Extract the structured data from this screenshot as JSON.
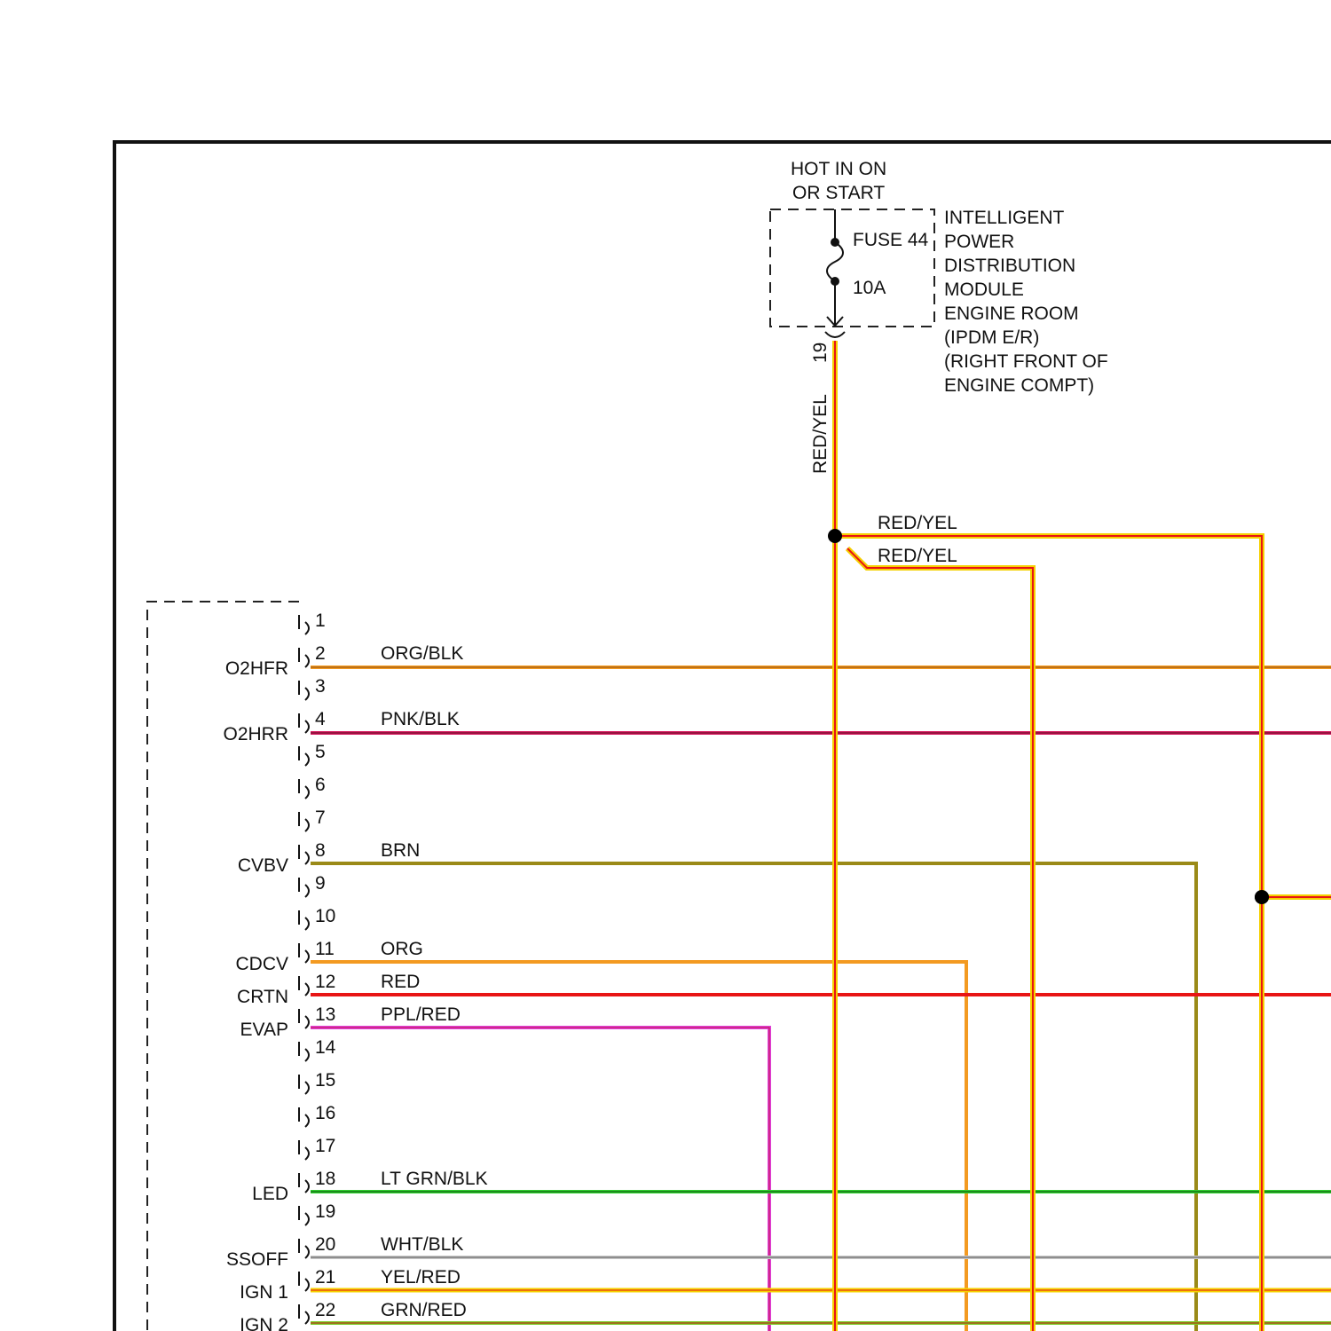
{
  "ipdm": {
    "hot_label_line1": "HOT IN ON",
    "hot_label_line2": "OR START",
    "fuse_label": "FUSE 44",
    "fuse_rating": "10A",
    "module_lines": [
      "INTELLIGENT",
      "POWER",
      "DISTRIBUTION",
      "MODULE",
      "ENGINE ROOM",
      "(IPDM E/R)",
      "(RIGHT FRONT OF",
      "ENGINE COMPT)"
    ],
    "output_pin": "19",
    "output_wire_color": "RED/YEL"
  },
  "splices": {
    "branch_top_label": "RED/YEL",
    "branch_second_label": "RED/YEL"
  },
  "connector": {
    "pins": [
      {
        "num": "1",
        "signal": "",
        "wire": ""
      },
      {
        "num": "2",
        "signal": "O2HFR",
        "wire": "ORG/BLK"
      },
      {
        "num": "3",
        "signal": "",
        "wire": ""
      },
      {
        "num": "4",
        "signal": "O2HRR",
        "wire": "PNK/BLK"
      },
      {
        "num": "5",
        "signal": "",
        "wire": ""
      },
      {
        "num": "6",
        "signal": "",
        "wire": ""
      },
      {
        "num": "7",
        "signal": "",
        "wire": ""
      },
      {
        "num": "8",
        "signal": "CVBV",
        "wire": "BRN"
      },
      {
        "num": "9",
        "signal": "",
        "wire": ""
      },
      {
        "num": "10",
        "signal": "",
        "wire": ""
      },
      {
        "num": "11",
        "signal": "CDCV",
        "wire": "ORG"
      },
      {
        "num": "12",
        "signal": "CRTN",
        "wire": "RED"
      },
      {
        "num": "13",
        "signal": "EVAP",
        "wire": "PPL/RED"
      },
      {
        "num": "14",
        "signal": "",
        "wire": ""
      },
      {
        "num": "15",
        "signal": "",
        "wire": ""
      },
      {
        "num": "16",
        "signal": "",
        "wire": ""
      },
      {
        "num": "17",
        "signal": "",
        "wire": ""
      },
      {
        "num": "18",
        "signal": "LED",
        "wire": "LT GRN/BLK"
      },
      {
        "num": "19",
        "signal": "",
        "wire": ""
      },
      {
        "num": "20",
        "signal": "SSOFF",
        "wire": "WHT/BLK"
      },
      {
        "num": "21",
        "signal": "IGN 1",
        "wire": "YEL/RED"
      },
      {
        "num": "22",
        "signal": "IGN 2",
        "wire": "GRN/RED"
      }
    ]
  },
  "colors": {
    "org_blk": "#d2691e",
    "pnk_blk": "#d81b60",
    "brn": "#9a8a18",
    "org": "#f39a21",
    "red": "#e81515",
    "ppl_red": "#e040d8",
    "lt_grn_blk": "#2fcf2f",
    "wht_blk": "#a8a8a8",
    "yel_red": "#f5d000",
    "grn_red": "#7ccf28",
    "red_yel_core": "#e81515",
    "red_yel_stripe": "#f5d000"
  }
}
